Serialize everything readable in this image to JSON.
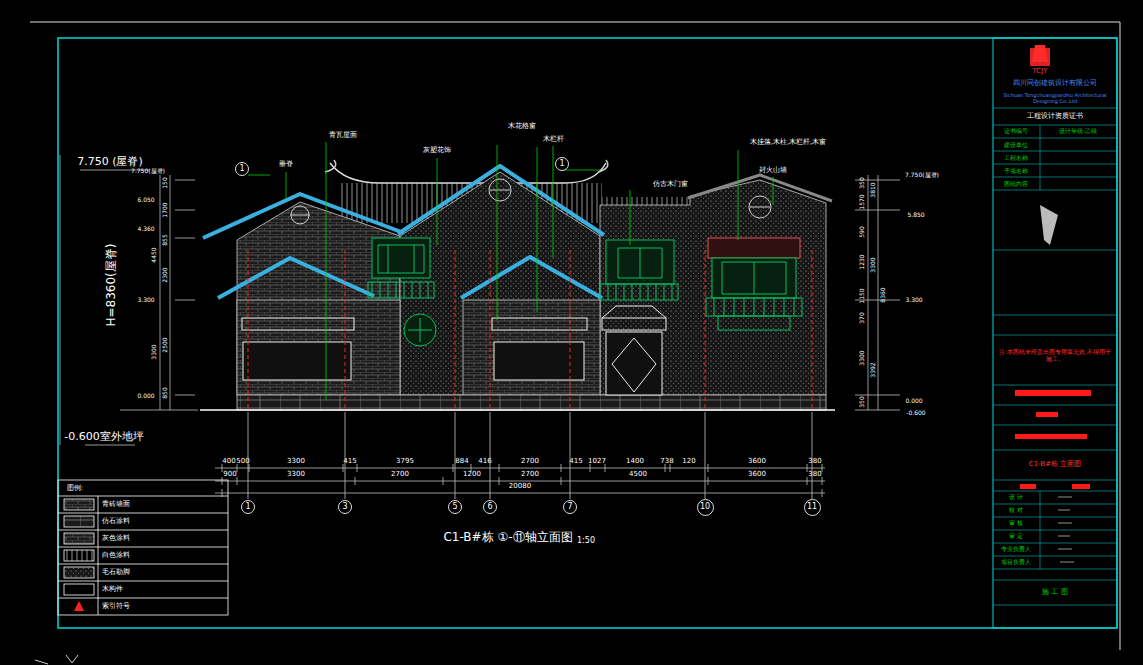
{
  "diagram": {
    "caption": "C1-B#栋 ①-⑪轴立面图",
    "nodes": [
      {
        "text": [
          "1"
        ]
      },
      {
        "text": [
          "3"
        ]
      },
      {
        "text": [
          "5"
        ]
      },
      {
        "text": [
          "6"
        ]
      },
      {
        "text": [
          "7"
        ]
      },
      {
        "text": [
          "10"
        ]
      },
      {
        "text": [
          "11"
        ]
      },
      {
        "text": [
          "1"
        ]
      },
      {
        "text": [
          "1"
        ]
      }
    ],
    "labels": [
      "7.750 (屋脊)",
      "H=8360(屋脊)",
      "-0.600室外地坪",
      "7.750(屋脊)",
      "6.050",
      "4.360",
      "3.300",
      "0.000",
      "150",
      "1700",
      "855",
      "2300",
      "2500",
      "850",
      "3300",
      "4450",
      "350",
      "1570",
      "590",
      "1230",
      "1150",
      "370",
      "3300",
      "350",
      "3810",
      "3300",
      "3392",
      "8360",
      "7.750(屋脊)",
      "5.850",
      "3.300",
      "0.000",
      "-0.600",
      "400",
      "500",
      "3300",
      "415",
      "3795",
      "884",
      "416",
      "2700",
      "415",
      "1027",
      "1400",
      "738",
      "120",
      "3600",
      "380",
      "900",
      "3300",
      "2700",
      "1200",
      "2700",
      "4500",
      "3600",
      "380",
      "20080",
      "1:50",
      "图例:",
      "垂脊",
      "青瓦屋面",
      "灰塑花饰",
      "木花格窗",
      "木栏杆",
      "仿古木门窗",
      "木挂落,木柱,木栏杆,木窗",
      "封火山墙",
      "TCJY",
      "四川同创建筑设计有限公司",
      "Sichuan Tongchuangjianzhu Architectural Designing Co.,Ltd",
      "工程设计资质证书",
      "证书编号",
      "设计等级:乙级",
      "建设单位",
      "工程名称",
      "子项名称",
      "图纸内容",
      "注:本图纸未经盖出图专用章无效,不得用于施工。",
      "C1-B#栋 立面图",
      "设 计",
      "校 对",
      "审 核",
      "审 定",
      "专业负责人",
      "项目负责人",
      "施 工 图"
    ],
    "legend": [
      {
        "text": "青砖墙面"
      },
      {
        "text": "仿石涂料"
      },
      {
        "text": "灰色涂料"
      },
      {
        "text": "白色涂料"
      },
      {
        "text": "毛石勒脚"
      },
      {
        "text": "木构件"
      },
      {
        "text": "索引符号"
      }
    ]
  }
}
